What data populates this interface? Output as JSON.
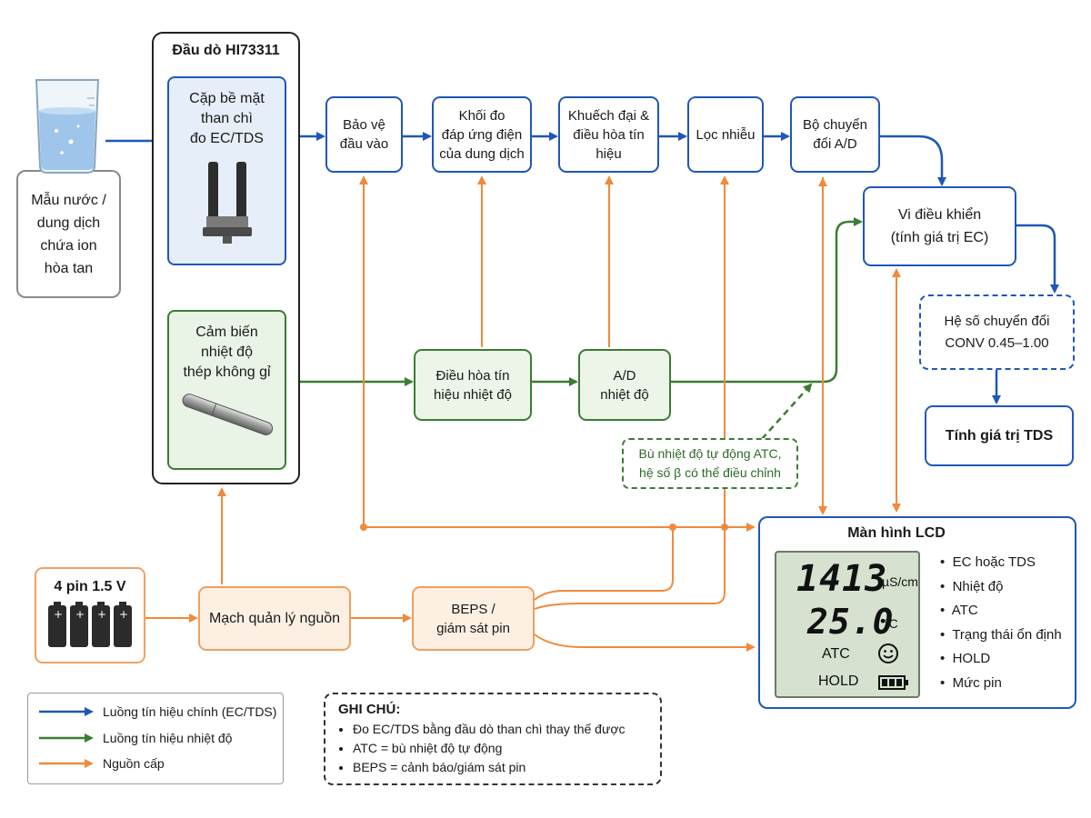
{
  "probe": {
    "title": "Đầu dò HI73311",
    "electrode_label": "Cặp bề mặt\nthan chì\nđo EC/TDS",
    "temp_sensor_label": "Cảm biến\nnhiệt độ\nthép không gỉ"
  },
  "sample": {
    "label": "Mẫu nước /\ndung dịch\nchứa ion\nhòa tan"
  },
  "blocks": {
    "input_protection": "Bảo vệ\nđầu vào",
    "measure_block": "Khối đo\nđáp ứng điện\ncủa dung dịch",
    "amplify": "Khuếch đại &\nđiều hòa tín\nhiệu",
    "noise_filter": "Lọc nhiễu",
    "adc": "Bộ chuyển\nđổi A/D",
    "mcu": "Vi điều khiển\n(tính giá trị EC)",
    "conv_factor": "Hệ số chuyển đổi\nCONV 0.45–1.00",
    "tds_calc": "Tính giá trị TDS",
    "temp_conditioning": "Điều hòa tín\nhiệu nhiệt độ",
    "temp_adc": "A/D\nnhiệt độ",
    "atc_note": "Bù nhiệt độ tự động ATC,\nhệ số β có thể điều chỉnh",
    "battery": "4 pin 1.5 V",
    "power_mgmt": "Mạch quản lý nguồn",
    "beps": "BEPS /\ngiám sát pin"
  },
  "lcd": {
    "title": "Màn hình LCD",
    "ec_value": "1413",
    "ec_unit": "µS/cm",
    "temp_value": "25.0",
    "temp_unit": "°C",
    "atc": "ATC",
    "hold": "HOLD",
    "items": [
      "EC hoặc TDS",
      "Nhiệt độ",
      "ATC",
      "Trạng thái ổn định",
      "HOLD",
      "Mức pin"
    ]
  },
  "legend": {
    "main_signal": "Luồng tín hiệu chính (EC/TDS)",
    "temp_signal": "Luồng tín hiệu nhiệt độ",
    "power": "Nguồn cấp"
  },
  "notes": {
    "title": "GHI CHÚ:",
    "items": [
      "Đo EC/TDS bằng đầu dò than chì thay thế được",
      "ATC = bù nhiệt độ tự động",
      "BEPS = cảnh báo/giám sát pin"
    ]
  },
  "colors": {
    "main": "#1f57b8",
    "temp": "#3a7d33",
    "power": "#f08a3c"
  }
}
